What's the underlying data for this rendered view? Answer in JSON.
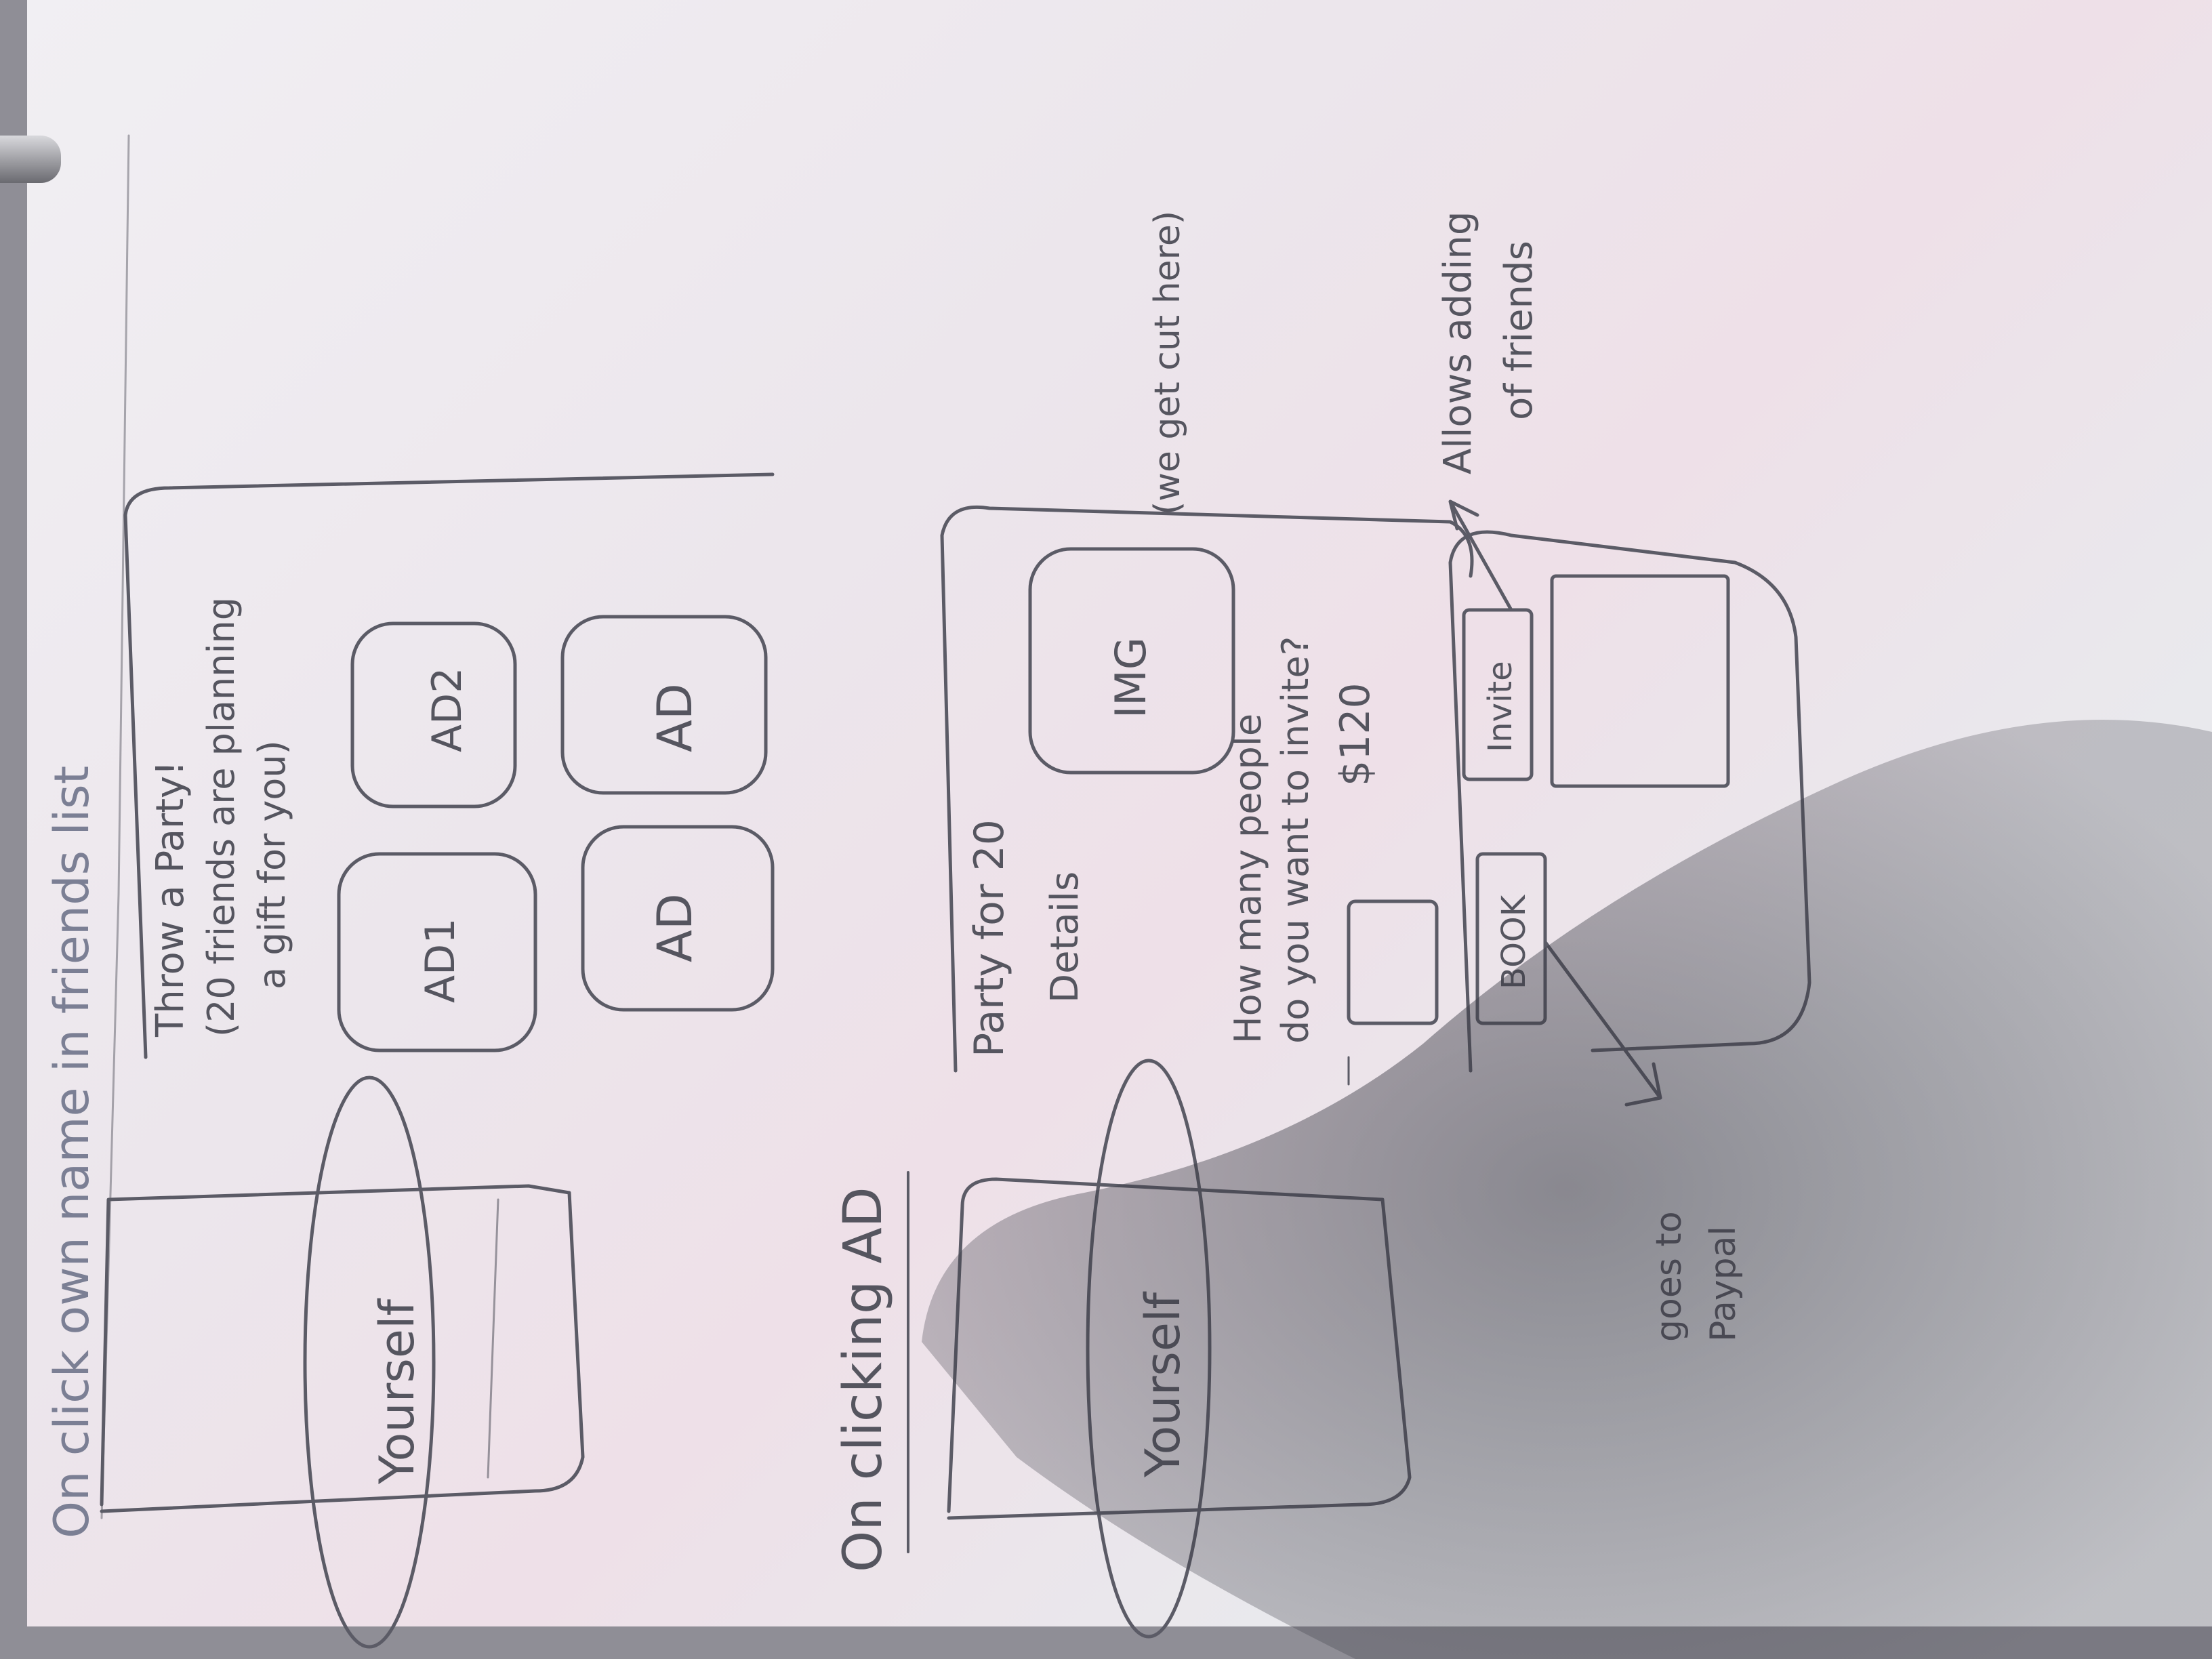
{
  "notes": {
    "screen1_heading": "On click own name in friends list",
    "screen1_banner_line1": "Throw a Party!",
    "screen1_banner_line2": "(20 friends are planning",
    "screen1_banner_line3": "a gift for you)",
    "ad1": "AD1",
    "ad2": "AD2",
    "ad3": "AD",
    "ad4": "AD",
    "yourself1": "Yourself",
    "screen2_heading": "On clicking AD",
    "party_title": "Party for 20",
    "party_details": "Details",
    "img_label": "IMG",
    "img_note": "(we get cut here)",
    "people_q_line1": "How many people",
    "people_q_line2": "do you want to invite?",
    "people_q_line3": "$120",
    "book_button": "BOOK",
    "invite_button": "Invite",
    "allows_adding": "Allows adding",
    "of_friends": "of friends",
    "goes_to_paypal_line1": "goes to",
    "goes_to_paypal_line2": "Paypal",
    "yourself2": "Yourself"
  },
  "colors": {
    "pencil": "#5b5b66",
    "paper": "#eeeaee"
  }
}
